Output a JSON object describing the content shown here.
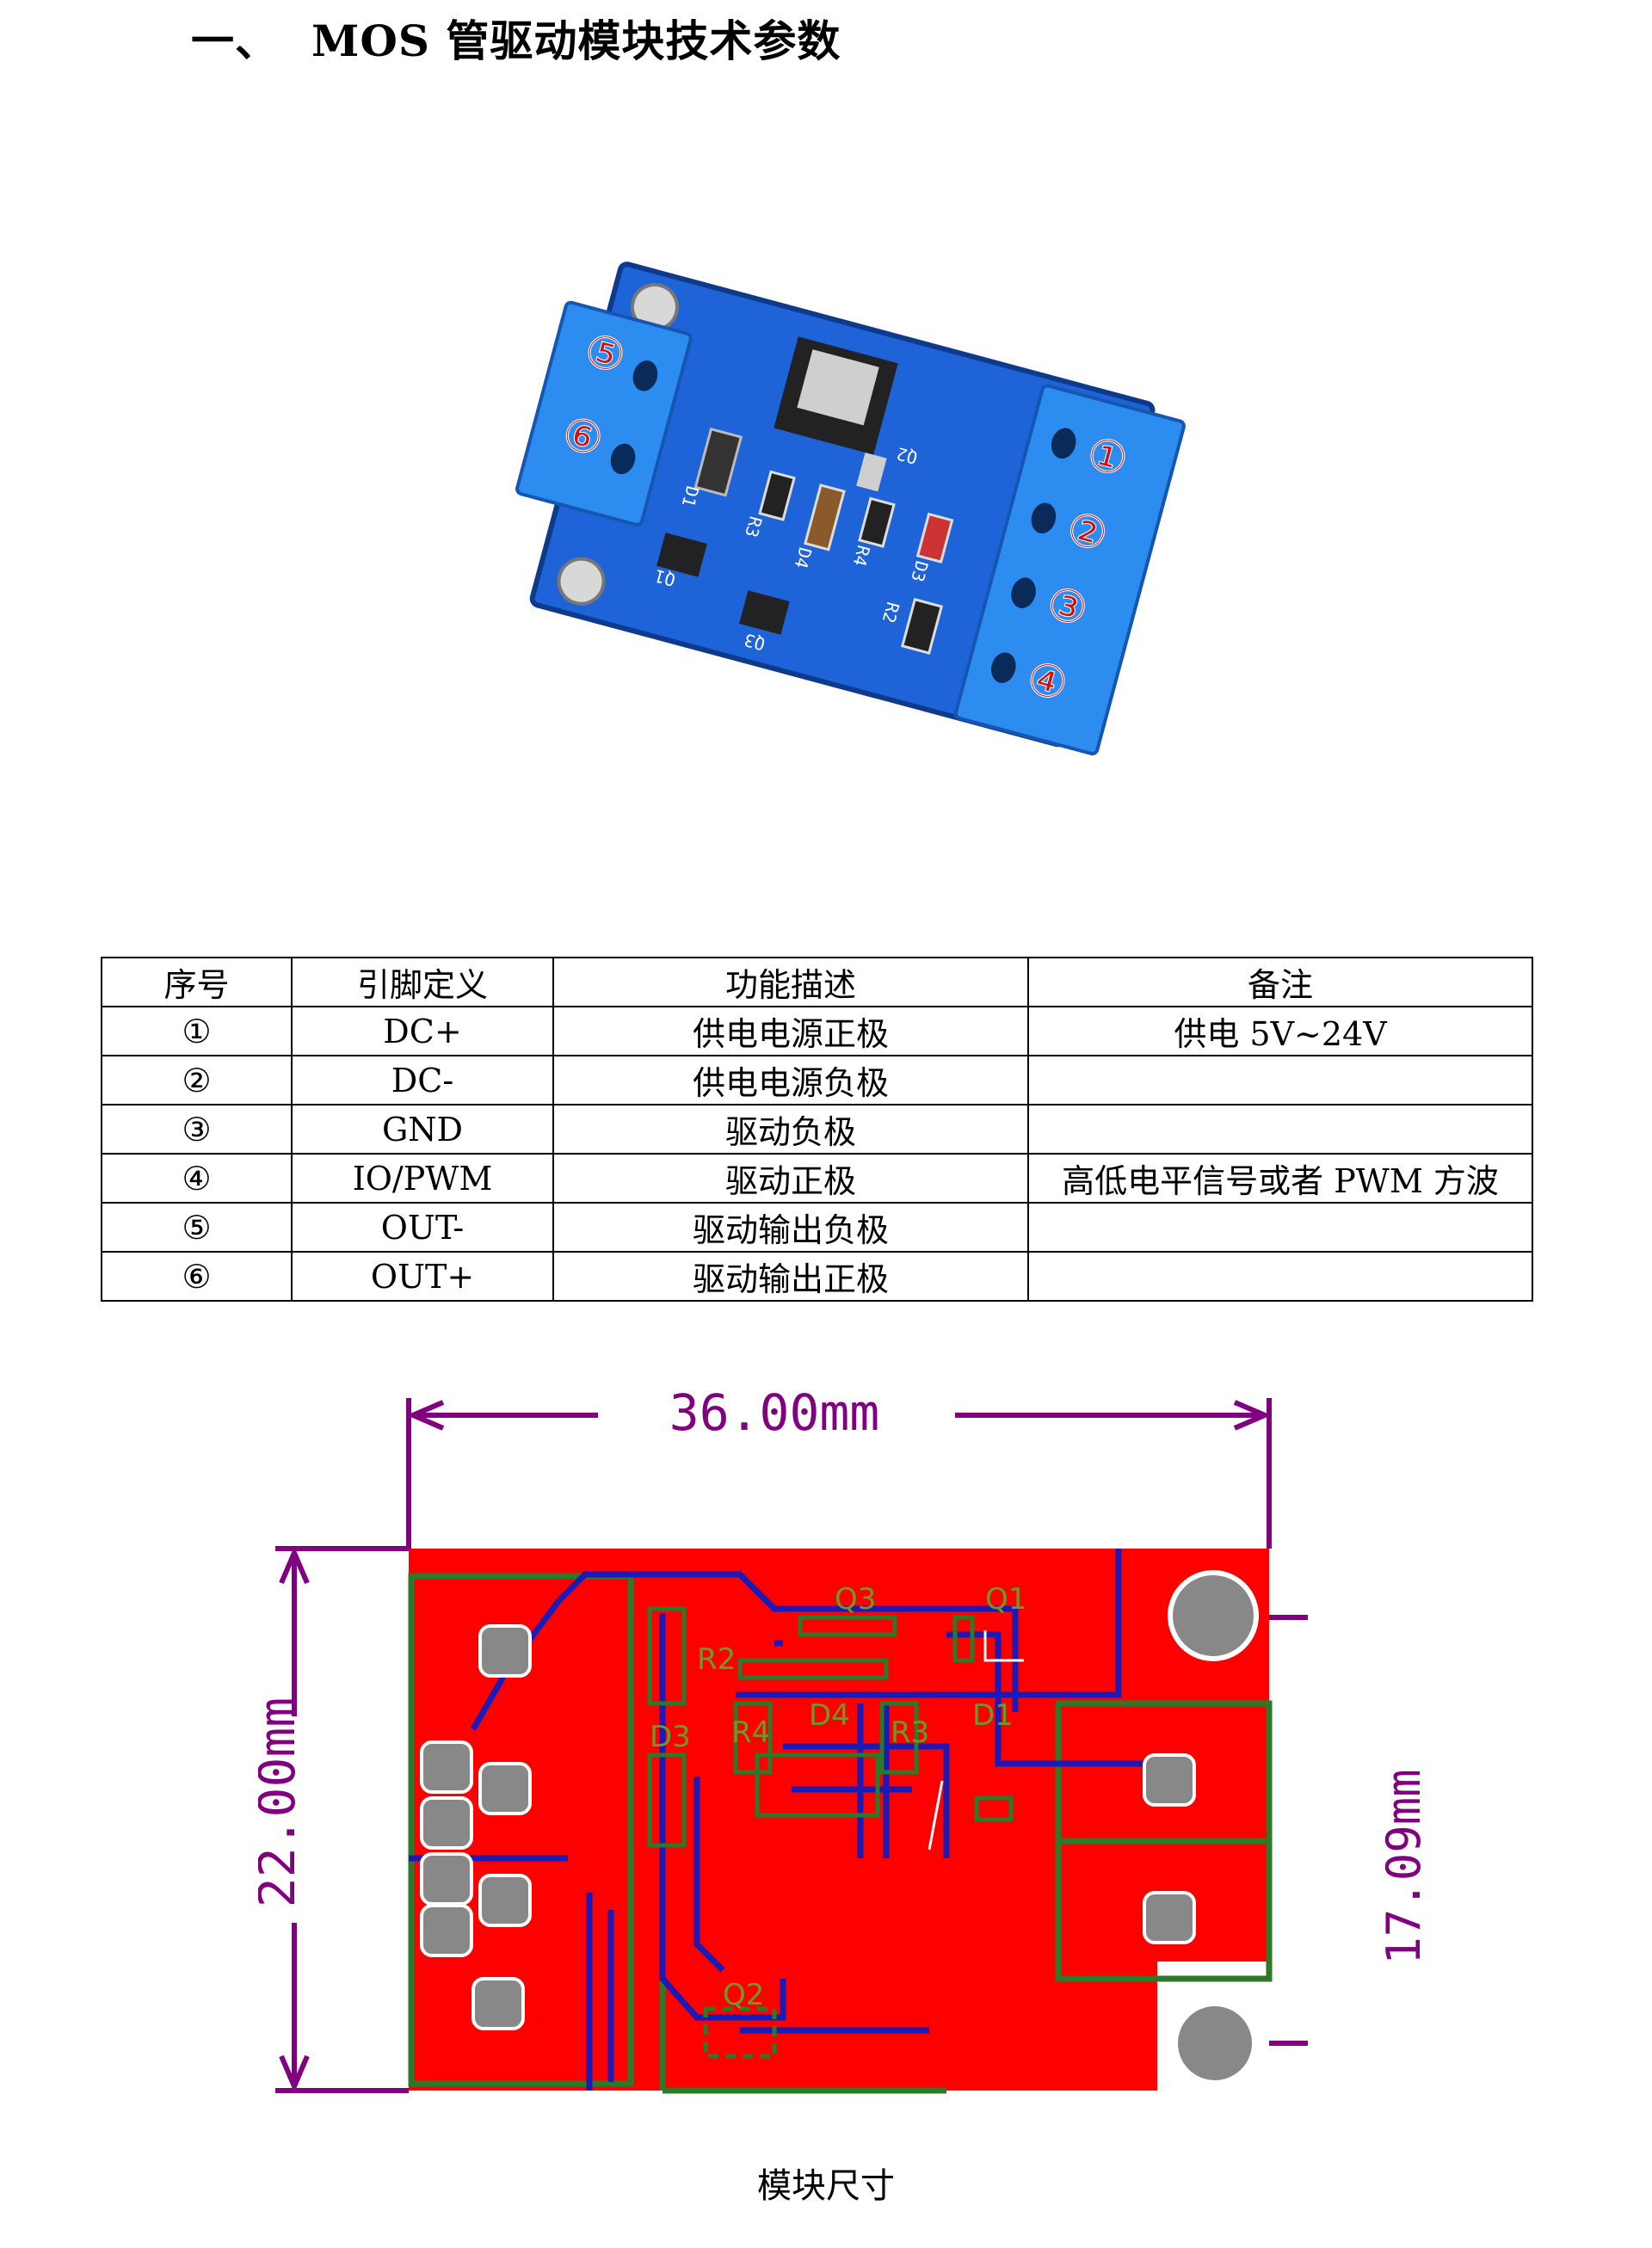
{
  "heading": {
    "number": "一、",
    "title": "MOS 管驱动模块技术参数"
  },
  "photo": {
    "pin_markers": [
      "①",
      "②",
      "③",
      "④",
      "⑤",
      "⑥"
    ],
    "silkscreen": [
      "Q2",
      "D1",
      "R3",
      "D4",
      "R4",
      "D3",
      "R2",
      "Q1",
      "Q3"
    ]
  },
  "table": {
    "headers": [
      "序号",
      "引脚定义",
      "功能描述",
      "备注"
    ],
    "rows": [
      [
        "①",
        "DC+",
        "供电电源正极",
        "供电 5V~24V"
      ],
      [
        "②",
        "DC-",
        "供电电源负极",
        ""
      ],
      [
        "③",
        "GND",
        "驱动负极",
        ""
      ],
      [
        "④",
        "IO/PWM",
        "驱动正极",
        "高低电平信号或者 PWM 方波"
      ],
      [
        "⑤",
        "OUT-",
        "驱动输出负极",
        ""
      ],
      [
        "⑥",
        "OUT+",
        "驱动输出正极",
        ""
      ]
    ]
  },
  "drawing": {
    "width_dim": "36.00mm",
    "height_dim": "22.00mm",
    "hole_dim": "17.09mm",
    "labels": [
      "Q3",
      "Q1",
      "R2",
      "D4",
      "D3",
      "R4",
      "R3",
      "D1",
      "Q2"
    ]
  },
  "caption": "模块尺寸",
  "colors": {
    "pcb_photo": "#1f63d8",
    "terminal": "#2c8cf0",
    "pcb_red": "#ff0000",
    "dim_purple": "#800080",
    "trace_blue": "#1a1ab8",
    "silk_green": "#2a7a2a"
  }
}
